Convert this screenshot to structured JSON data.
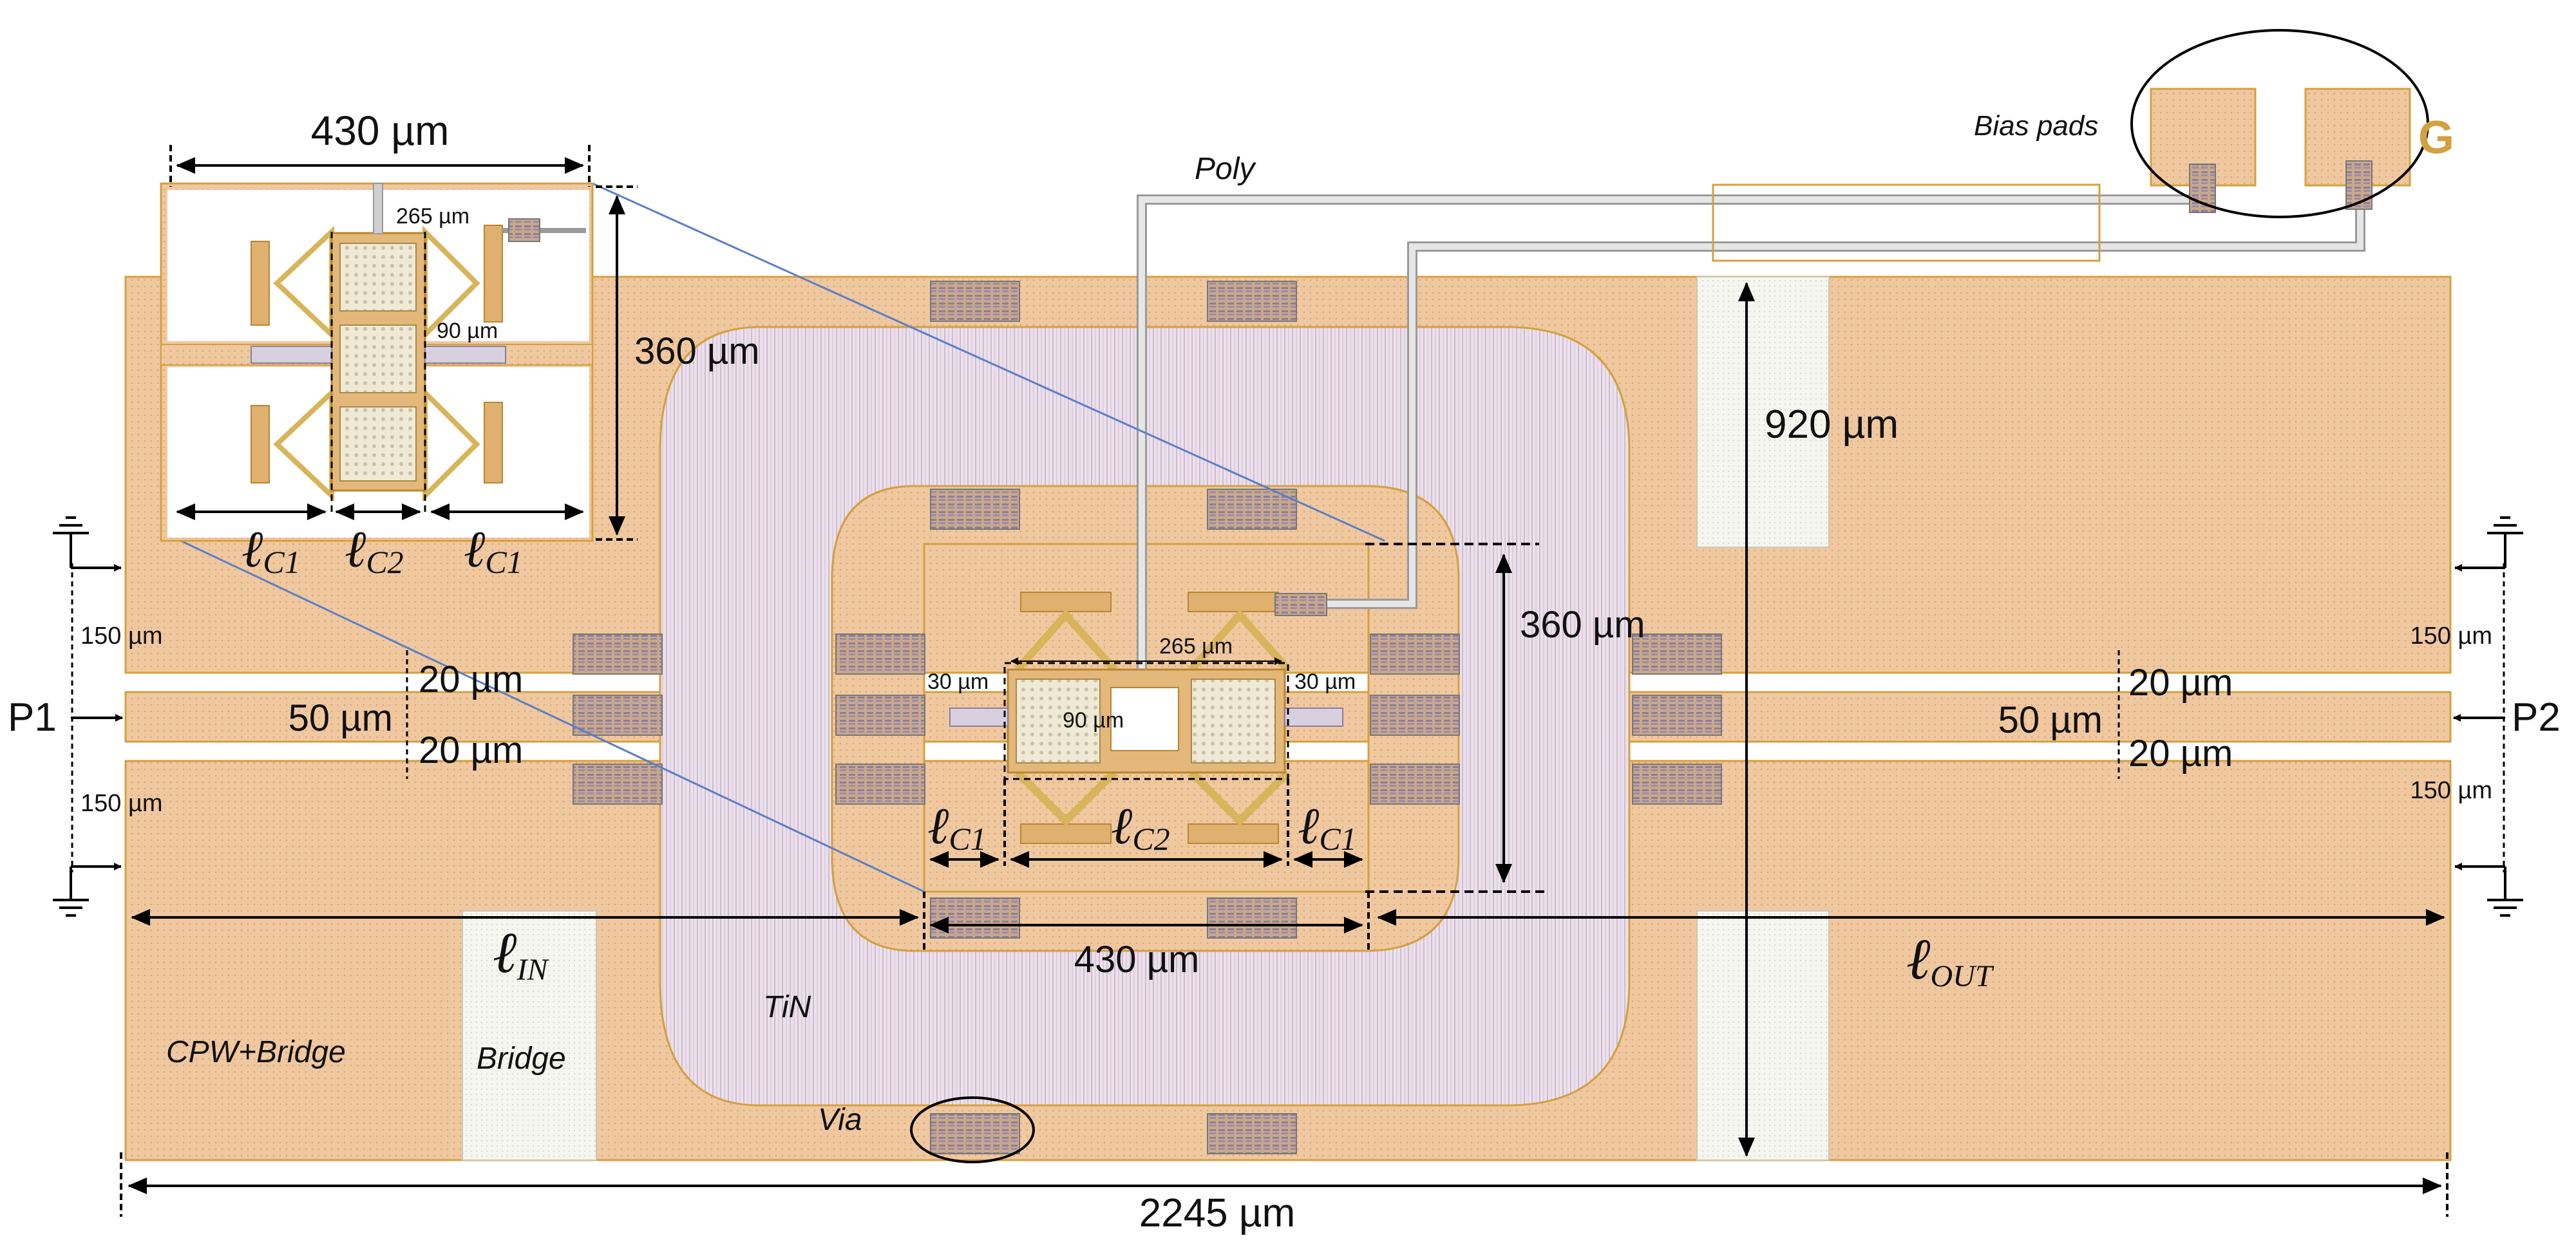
{
  "colors": {
    "metal": "#f0c8a0",
    "metal_edge": "#d4a040",
    "tin": "#e6dae6",
    "via": "#8a7a9a",
    "poly": "#bdbdbd",
    "background": "#ffffff"
  },
  "labels": {
    "poly": "Poly",
    "bias_pads": "Bias pads",
    "bias_g": "G",
    "tin": "TiN",
    "via": "Via",
    "cpw_bridge": "CPW+Bridge",
    "bridge": "Bridge",
    "p1": "P1",
    "p2": "P2"
  },
  "dimensions": {
    "inset_width": "430 µm",
    "inset_height": "360 µm",
    "inset_265": "265 µm",
    "inset_90": "90 µm",
    "inner_265": "265 µm",
    "inner_30_left": "30 µm",
    "inner_30_right": "30 µm",
    "inner_90": "90 µm",
    "inner_height": "360 µm",
    "inner_width": "430 µm",
    "height_920": "920 µm",
    "left_150_top": "150 µm",
    "left_150_bottom": "150 µm",
    "right_150_top": "150 µm",
    "right_150_bottom": "150 µm",
    "left_gap_top": "20 µm",
    "left_gap_bottom": "20 µm",
    "left_signal": "50 µm",
    "right_gap_top": "20 µm",
    "right_gap_bottom": "20 µm",
    "right_signal": "50 µm",
    "total_width": "2245 µm"
  },
  "lengths": {
    "l_symbol": "ℓ",
    "c1": "C1",
    "c2": "C2",
    "in": "IN",
    "out": "OUT"
  }
}
